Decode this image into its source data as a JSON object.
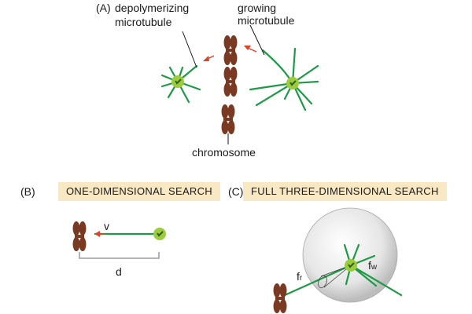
{
  "panel_a": {
    "label": "(A)",
    "depolymerizing_line1": "depolymerizing",
    "depolymerizing_line2": "microtubule",
    "growing_line1": "growing",
    "growing_line2": "microtubule",
    "chromosome": "chromosome"
  },
  "panel_b": {
    "label": "(B)",
    "banner": "ONE-DIMENSIONAL SEARCH",
    "velocity": "v",
    "distance": "d"
  },
  "panel_c": {
    "label": "(C)",
    "banner": "FULL THREE-DIMENSIONAL SEARCH",
    "fr_base": "f",
    "fr_sub": "r",
    "fw_base": "f",
    "fw_sub": "w"
  },
  "colors": {
    "microtubule": "#1e9a47",
    "centrosome": "#9ccb3b",
    "chromosome": "#7a3a22",
    "arrow": "#d9442b",
    "banner": "#f9e8c4"
  }
}
